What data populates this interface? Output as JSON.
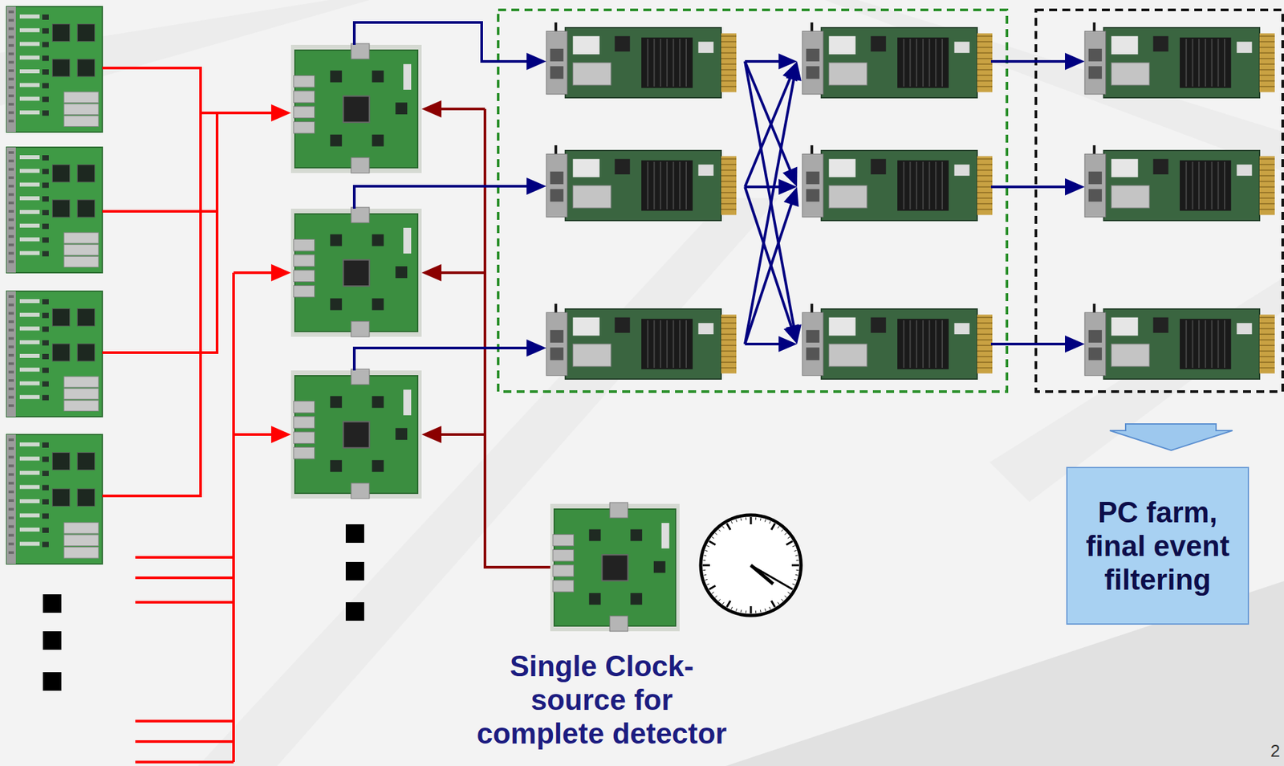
{
  "diagram": {
    "nodes": [
      {
        "text": [
          "PC farm, final event filtering"
        ]
      },
      {
        "text": [
          "Single Clock-source for complete detector"
        ]
      }
    ],
    "labels": [
      "2"
    ]
  }
}
